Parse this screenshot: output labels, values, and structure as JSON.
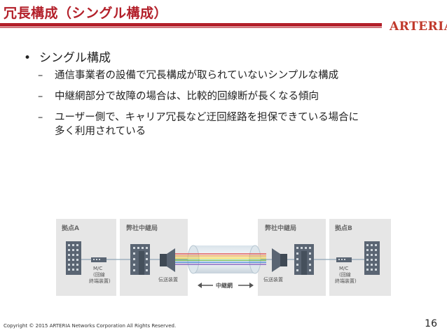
{
  "header": {
    "title": "冗長構成（シングル構成）",
    "logo": "ARTERIA"
  },
  "body": {
    "bullet": "シングル構成",
    "subitems": [
      {
        "text": "通信事業者の設備で冗長構成が取られていないシンプルな構成"
      },
      {
        "text": "中継網部分で故障の場合は、比較的回線断が長くなる傾向"
      },
      {
        "line1": "ユーザー側で、キャリア冗長など迂回経路を担保できている場合に",
        "line2": "多く利用されている"
      }
    ]
  },
  "diagram": {
    "site_a": "拠点A",
    "office_left": "弊社中継局",
    "office_right": "弊社中継局",
    "site_b": "拠点B",
    "mc_left_1": "M/C",
    "mc_left_2": "(回線",
    "mc_left_3": "終端装置)",
    "mc_right_1": "M/C",
    "mc_right_2": "(回線",
    "mc_right_3": "終端装置)",
    "trans_left": "伝送装置",
    "trans_right": "伝送装置",
    "network": "中継網",
    "colors": {
      "panel": "#e6e6e6",
      "building": "#5a6573",
      "cable": "#c9d7e2"
    }
  },
  "footer": {
    "copyright": "Copyright © 2015 ARTERIA Networks Corporation All Rights Reserved.",
    "page": "16"
  }
}
